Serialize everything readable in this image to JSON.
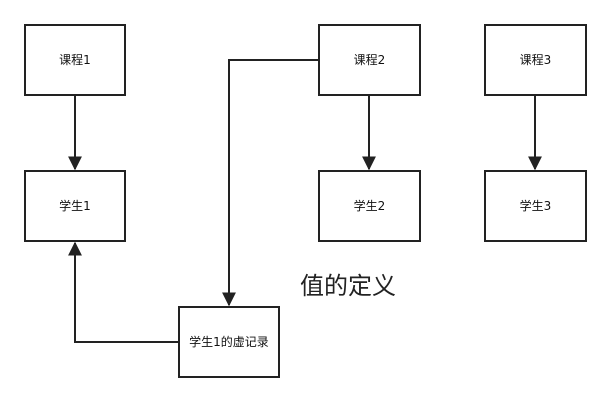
{
  "nodes": {
    "course1": "课程1",
    "course2": "课程2",
    "course3": "课程3",
    "student1": "学生1",
    "student2": "学生2",
    "student3": "学生3",
    "student1_virtual": "学生1的虚记录"
  },
  "caption": "值的定义",
  "colors": {
    "line": "#222222",
    "border": "#222222",
    "background": "#ffffff"
  }
}
